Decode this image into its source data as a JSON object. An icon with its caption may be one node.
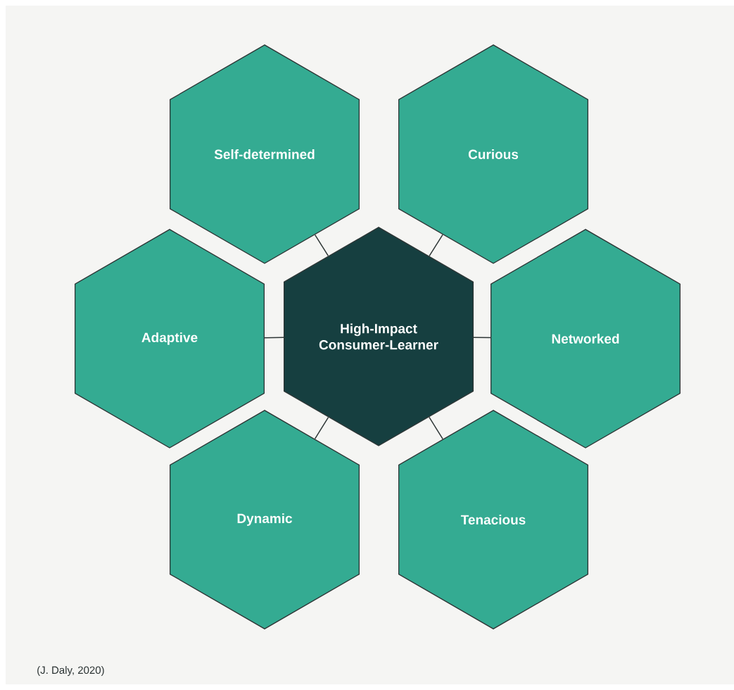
{
  "diagram": {
    "caption": "(J. Daly, 2020)",
    "nodes": [
      {
        "text": [
          "Self-determined"
        ]
      },
      {
        "text": [
          "Curious"
        ]
      },
      {
        "text": [
          "Adaptive"
        ]
      },
      {
        "text": [
          "High-Impact Consumer-Learner"
        ]
      },
      {
        "text": [
          "Networked"
        ]
      },
      {
        "text": [
          "Dynamic"
        ]
      },
      {
        "text": [
          "Tenacious"
        ]
      }
    ],
    "edges": [
      {
        "from": 3,
        "to": 0,
        "arrow": "none"
      },
      {
        "from": 3,
        "to": 1,
        "arrow": "none"
      },
      {
        "from": 3,
        "to": 2,
        "arrow": "none"
      },
      {
        "from": 3,
        "to": 4,
        "arrow": "none"
      },
      {
        "from": 3,
        "to": 5,
        "arrow": "none"
      },
      {
        "from": 3,
        "to": 6,
        "arrow": "none"
      }
    ]
  }
}
